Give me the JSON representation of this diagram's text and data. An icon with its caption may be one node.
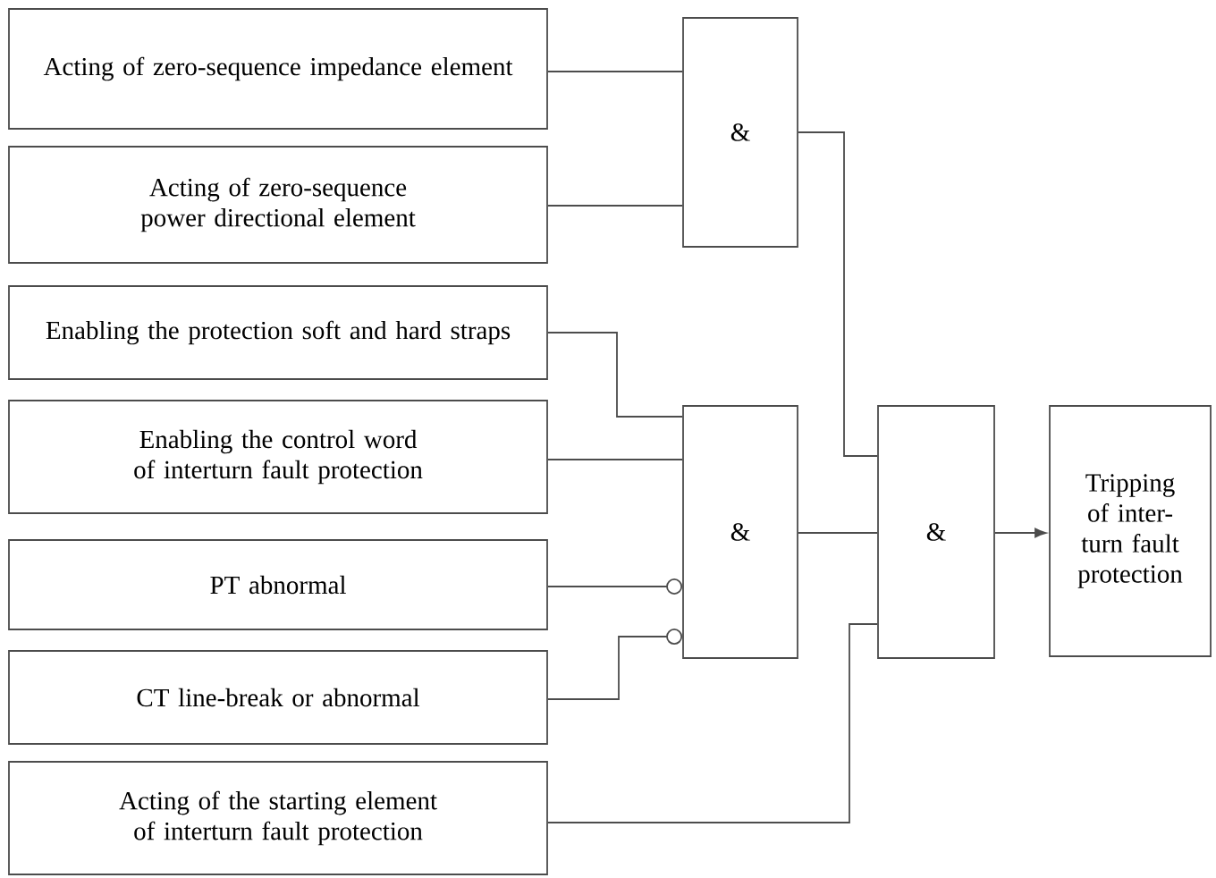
{
  "diagram": {
    "nodes": [
      {
        "text": [
          "Acting of zero-sequence impedance element"
        ]
      },
      {
        "text": [
          "Acting of zero-sequence power directional element"
        ]
      },
      {
        "text": [
          "Enabling the protection soft and hard straps"
        ]
      },
      {
        "text": [
          "Enabling the control word of interturn fault protection"
        ]
      },
      {
        "text": [
          "PT abnormal"
        ]
      },
      {
        "text": [
          "CT line-break or abnormal"
        ]
      },
      {
        "text": [
          "Acting of the starting element of interturn fault protection"
        ]
      },
      {
        "text": [
          "&"
        ]
      },
      {
        "text": [
          "&"
        ]
      },
      {
        "text": [
          "&"
        ]
      },
      {
        "text": [
          "Tripping of inter-turn fault protection"
        ]
      }
    ],
    "edges": [
      {
        "from": 0,
        "to": 7,
        "arrow": "none"
      },
      {
        "from": 1,
        "to": 7,
        "arrow": "none"
      },
      {
        "from": 2,
        "to": 8,
        "arrow": "none"
      },
      {
        "from": 3,
        "to": 8,
        "arrow": "none"
      },
      {
        "from": 4,
        "to": 8,
        "arrow": "other"
      },
      {
        "from": 5,
        "to": 8,
        "arrow": "other"
      },
      {
        "from": 7,
        "to": 9,
        "arrow": "none"
      },
      {
        "from": 8,
        "to": 9,
        "arrow": "none"
      },
      {
        "from": 6,
        "to": 9,
        "arrow": "none"
      },
      {
        "from": 9,
        "to": 10,
        "arrow": "to"
      }
    ]
  }
}
